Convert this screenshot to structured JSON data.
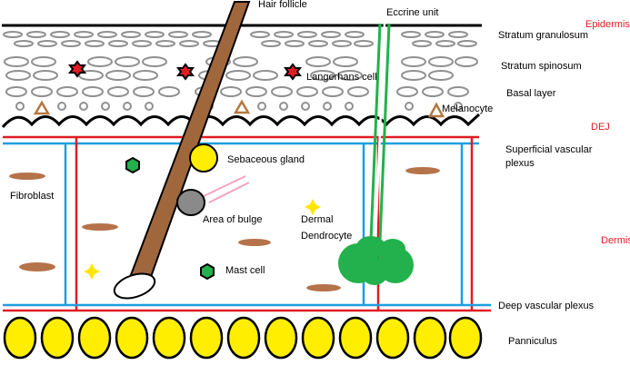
{
  "labels": {
    "hair_follicle": "Hair follicle",
    "eccrine_unit": "Eccrine unit",
    "epidermis": "Epidermis",
    "stratum_granulosum": "Stratum granulosum",
    "stratum_spinosum": "Stratum spinosum",
    "langerhans_cell": "Langerhans cell",
    "basal_layer": "Basal layer",
    "melanocyte": "Melanocyte",
    "dej": "DEJ",
    "sebaceous_gland": "Sebaceous gland",
    "superficial_vascular_plexus_1": "Superficial vascular",
    "superficial_vascular_plexus_2": "plexus",
    "fibroblast": "Fibroblast",
    "area_of_bulge": "Area of bulge",
    "dermal": "Dermal",
    "dendrocyte": "Dendrocyte",
    "dermis": "Dermis",
    "mast_cell": "Mast cell",
    "deep_vascular_plexus": "Deep vascular plexus",
    "panniculus": "Panniculus"
  },
  "colors": {
    "hair": "#a0673d",
    "eccrine": "#22b14c",
    "vessel_red": "#e21b23",
    "vessel_blue": "#1f9ee0",
    "fat": "#ffee00",
    "langerhans": "#e21b23",
    "melanocyte": "#b5773f",
    "fibroblast": "#b5734a",
    "mast_cell": "#22b14c",
    "dendrocyte": "#ffe600",
    "granulosum": "#909090",
    "bulge": "#8a8a8a",
    "label_red": "#e21b23"
  }
}
